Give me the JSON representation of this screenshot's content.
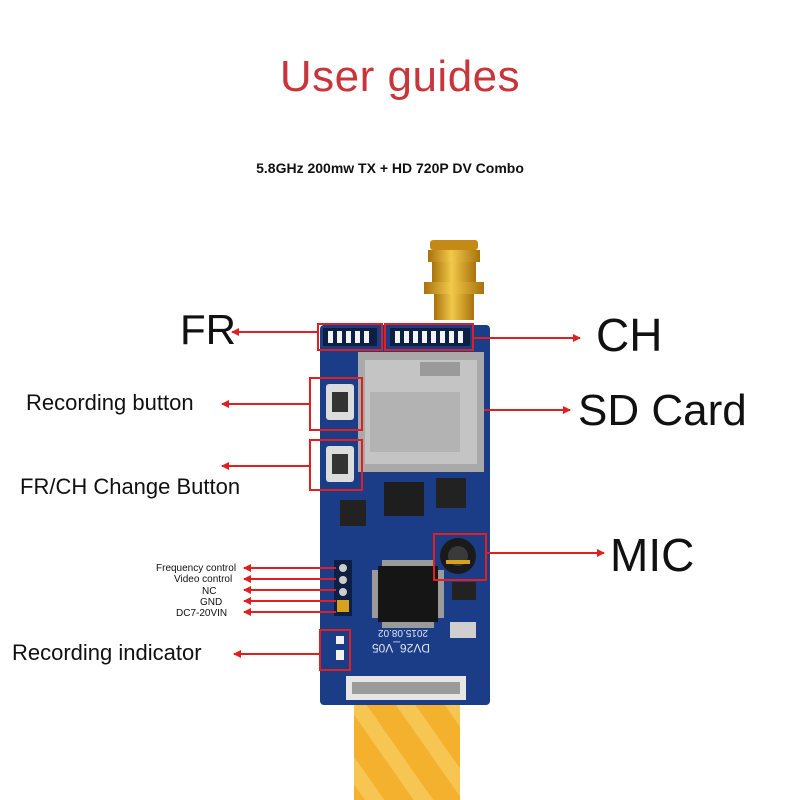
{
  "title": "User guides",
  "subtitle": "5.8GHz 200mw TX + HD 720P DV Combo",
  "labels": {
    "fr": "FR",
    "ch": "CH",
    "recording_button": "Recording button",
    "sd_card": "SD Card",
    "fr_ch_change_button": "FR/CH Change Button",
    "mic": "MIC",
    "frequency_control": "Frequency control",
    "video_control": "Video control",
    "nc": "NC",
    "gnd": "GND",
    "dc_vin": "DC7-20VIN",
    "recording_indicator": "Recording indicator"
  },
  "board": {
    "silkscreen_model": "DV26_V05",
    "silkscreen_date": "2015.08.02"
  },
  "colors": {
    "title": "#c8363b",
    "arrow": "#e02020",
    "pcb": "#1b3c86",
    "antenna": "#d9a11c"
  }
}
